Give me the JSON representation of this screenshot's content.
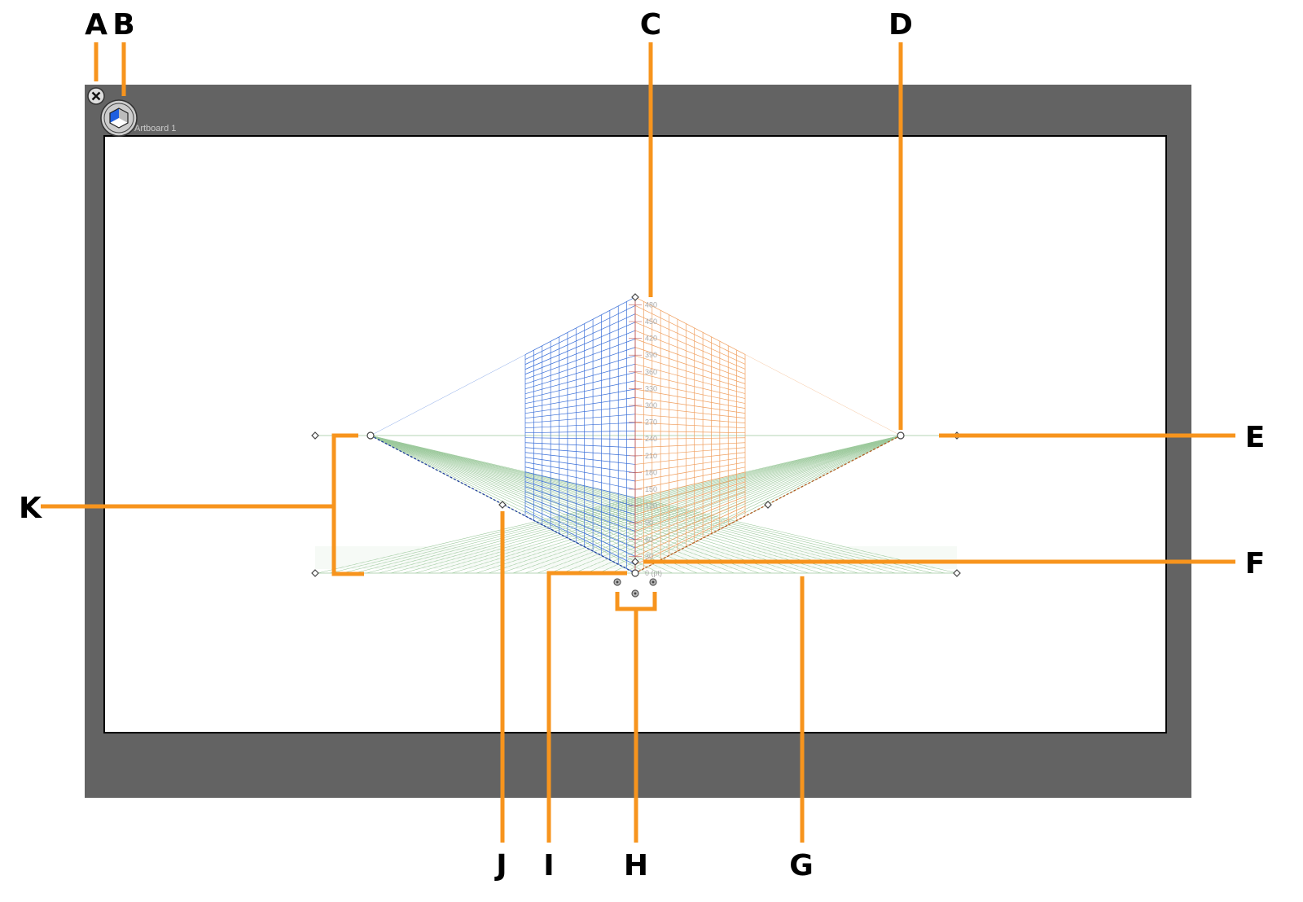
{
  "artboard": {
    "name": "Artboard 1"
  },
  "icons": {
    "close": "close-icon",
    "widget": "perspective-cube-icon"
  },
  "ruler": {
    "unit_label": "0 (pt)",
    "ticks": [
      "30",
      "60",
      "90",
      "120",
      "150",
      "180",
      "210",
      "240",
      "270",
      "300",
      "330",
      "360",
      "390",
      "420",
      "450",
      "480"
    ]
  },
  "callouts": {
    "A": "A",
    "B": "B",
    "C": "C",
    "D": "D",
    "E": "E",
    "F": "F",
    "G": "G",
    "H": "H",
    "I": "I",
    "J": "J",
    "K": "K"
  },
  "colors": {
    "callout": "#F7941D",
    "left_grid": "#3a6fd8",
    "right_grid": "#f0a060",
    "ground_grid": "#9cc99c",
    "window": "#636363"
  }
}
